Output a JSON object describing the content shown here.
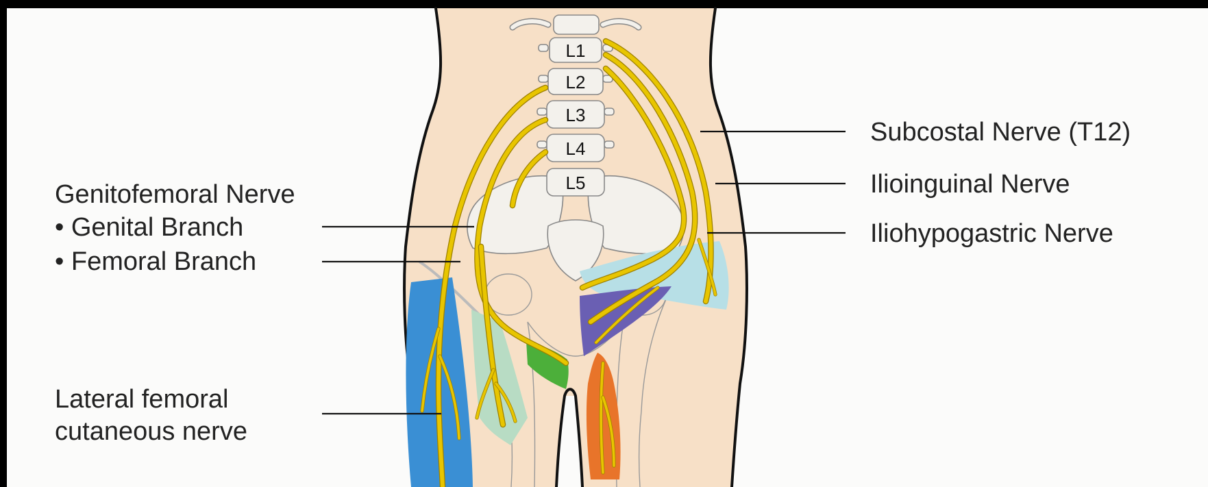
{
  "colors": {
    "background": "#fbfbfa",
    "frame": "#000000",
    "skin": "#f7e0c7",
    "nerve": "#e8c500",
    "lateral_femoral_cutaneous_zone": "#3a8fd4",
    "femoral_branch_zone": "#b8dcc4",
    "genital_branch_zone": "#4caf3a",
    "iliohypogastric_zone": "#b7dfe6",
    "ilioinguinal_zone": "#6a5fb3",
    "obturator_zone": "#e8742a"
  },
  "vertebrae": [
    "L1",
    "L2",
    "L3",
    "L4",
    "L5"
  ],
  "labels": {
    "genitofemoral": {
      "title": "Genitofemoral Nerve",
      "genital_branch": "• Genital Branch",
      "femoral_branch": "• Femoral Branch"
    },
    "lateral_femoral": {
      "line1": "Lateral femoral",
      "line2": "cutaneous nerve"
    },
    "subcostal": "Subcostal Nerve (T12)",
    "ilioinguinal": "Ilioinguinal Nerve",
    "iliohypogastric": "Iliohypogastric Nerve"
  }
}
